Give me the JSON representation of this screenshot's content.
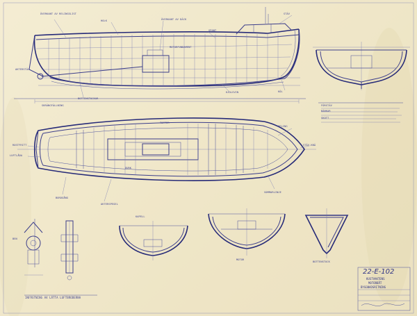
{
  "title_block": {
    "drawing_number": "22-E-102",
    "line1": "KUSTVAKTENS",
    "line2": "MOTORBÅT",
    "line3": "BYGGNADSRITNING"
  },
  "detail_caption": "INFÄSTNING AV LÄTTA LUFTBRODERNA",
  "annotations": [
    "ÖVERKANT AV RELINGSLIST",
    "HOLK",
    "ÖVERKANT AV DÄCK",
    "BOTTENSTOCKAR",
    "SPANT",
    "KJOLSVIN",
    "MOTORFUNDAMENT",
    "SKRÄNGFÄLLNING",
    "KÖL",
    "STÄV",
    "AKTERSTÄV",
    "TOFTER",
    "DURK",
    "RELING",
    "ROSTFRITT",
    "LUFTLÅDA",
    "STÄV-KNÄ",
    "BORDGÅNG",
    "AKTERSPEGEL",
    "SOMMARLINJE",
    "FÖRSTÄV",
    "BÄNKAR",
    "SKOTT",
    "KAPELL",
    "BEN",
    "MOTOR",
    "BOTTENSTOCK"
  ]
}
